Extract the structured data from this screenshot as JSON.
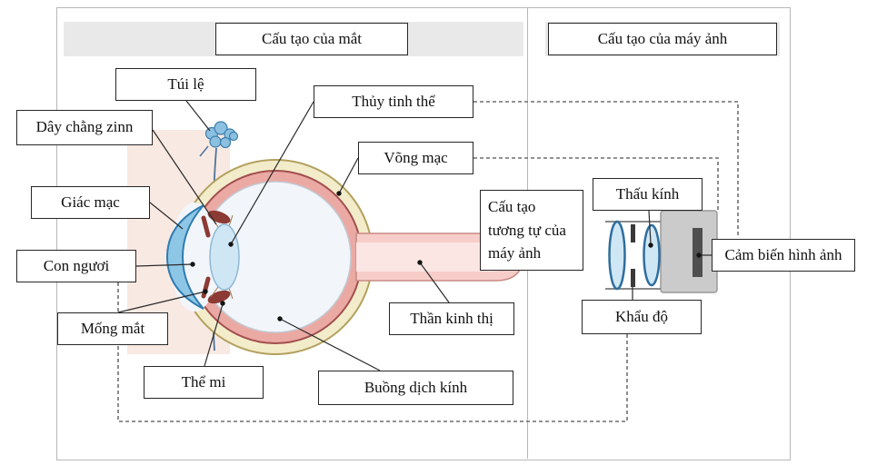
{
  "titles": {
    "eye": "Cấu tạo của mắt",
    "camera": "Cấu tạo của máy ảnh"
  },
  "eye_labels": {
    "tui_le": "Túi lệ",
    "thuy_tinh_the": "Thủy tinh thể",
    "day_chang_zinn": "Dây chằng zinn",
    "vong_mac": "Võng mạc",
    "giac_mac": "Giác mạc",
    "con_nguoi": "Con ngươi",
    "mong_mat": "Mống mắt",
    "the_mi": "Thể mi",
    "than_kinh_thi": "Thần kinh thị",
    "buong_dich_kinh": "Buồng dịch kính"
  },
  "camera_labels": {
    "thau_kinh": "Thấu kính",
    "khau_do": "Khẩu độ",
    "cam_bien": "Cảm biến hình ảnh"
  },
  "annotations": {
    "cau_tao_tuong_tu": "Cấu tạo tương tự của máy ảnh"
  },
  "palette": {
    "sclera": "#f3ecca",
    "choroid": "#eba9a4",
    "cornea": "#8ec6e6",
    "lens": "#cfe7f4",
    "optic_nerve": "#f6cdc9",
    "skin": "#f9e9e3",
    "camera_body": "#cbcbcb",
    "header_band": "#e9e9e9"
  }
}
